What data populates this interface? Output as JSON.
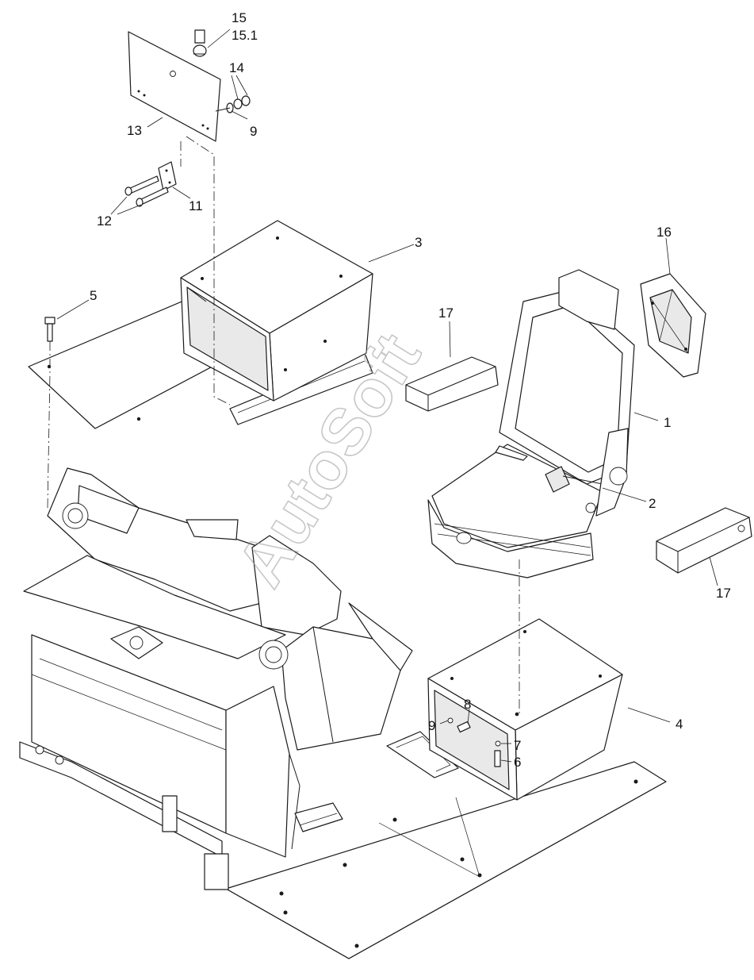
{
  "watermark": "AutoSoft",
  "callouts": {
    "c15": "15",
    "c15_1": "15.1",
    "c14": "14",
    "c13": "13",
    "c9_top": "9",
    "c12": "12",
    "c11": "11",
    "c3": "3",
    "c5": "5",
    "c16": "16",
    "c17_top": "17",
    "c1": "1",
    "c2": "2",
    "c17_bottom": "17",
    "c8": "8",
    "c9_bottom": "9",
    "c7": "7",
    "c6": "6",
    "c4": "4"
  }
}
